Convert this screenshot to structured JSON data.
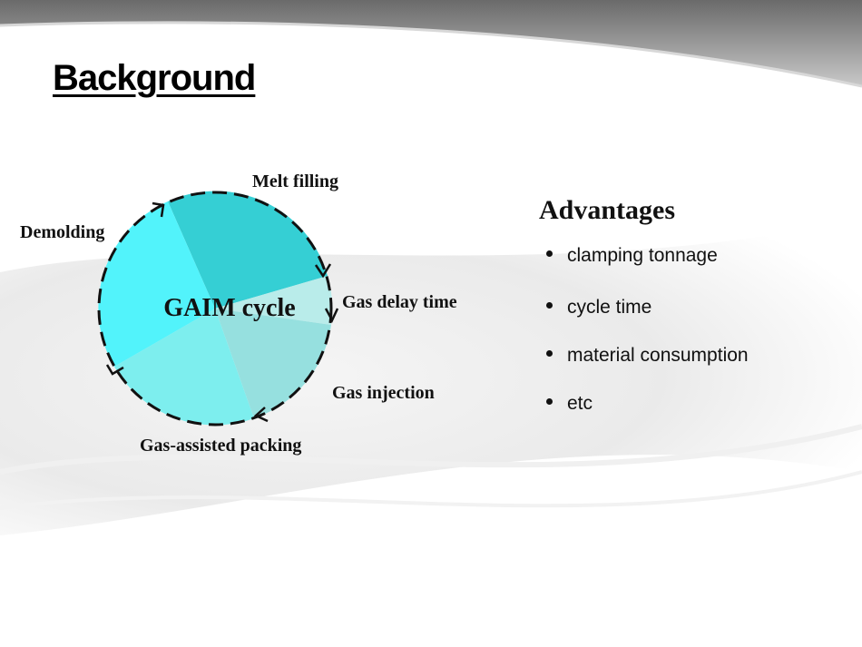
{
  "title": "Background",
  "diagram": {
    "center_label": "GAIM cycle",
    "stages": [
      {
        "label": "Melt filling",
        "color": "#35cfd4"
      },
      {
        "label": "Gas delay time",
        "color": "#b9ecea"
      },
      {
        "label": "Gas injection",
        "color": "#96e0df"
      },
      {
        "label": "Gas-assisted packing",
        "color": "#7deeee"
      },
      {
        "label": "Demolding",
        "color": "#52f3fb"
      }
    ]
  },
  "advantages": {
    "heading": "Advantages",
    "items": [
      "clamping tonnage",
      "cycle time",
      "material consumption",
      "etc"
    ]
  }
}
